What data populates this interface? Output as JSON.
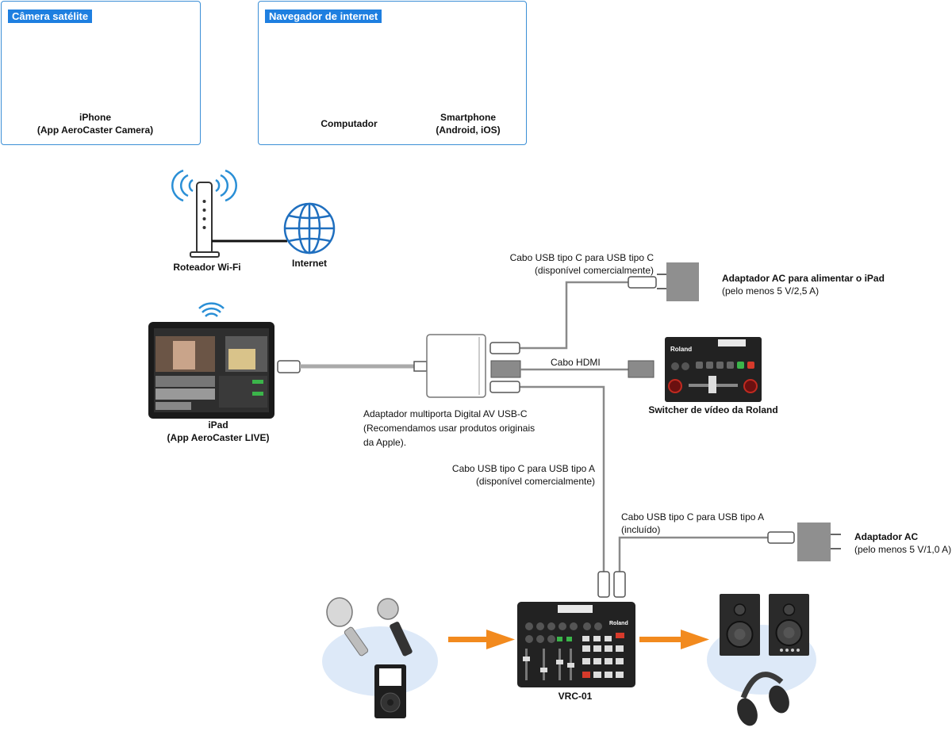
{
  "sections": {
    "satellite_camera": {
      "title": "Câmera satélite",
      "device_name": "iPhone",
      "device_app": "(App AeroCaster Camera)"
    },
    "web_browser": {
      "title": "Navegador de internet",
      "computer": "Computador",
      "smartphone": "Smartphone",
      "smartphone_os": "(Android, iOS)"
    }
  },
  "network": {
    "router": "Roteador Wi-Fi",
    "internet": "Internet"
  },
  "ipad": {
    "name": "iPad",
    "app": "(App AeroCaster LIVE)"
  },
  "adapter": {
    "line1": "Adaptador multiporta Digital AV USB-C",
    "line2": "(Recomendamos usar produtos originais",
    "line3": "da Apple)."
  },
  "cables": {
    "usbc_usbc_line1": "Cabo USB tipo C para USB tipo C",
    "usbc_usbc_line2": "(disponível comercialmente)",
    "hdmi": "Cabo HDMI",
    "usbc_usba_line1": "Cabo USB tipo C para USB tipo A",
    "usbc_usba_line2": "(disponível comercialmente)",
    "included_line1": "Cabo USB tipo C para USB tipo A",
    "included_line2": "(incluído)"
  },
  "ac_ipad": {
    "line1": "Adaptador AC para alimentar o iPad",
    "line2": "(pelo menos 5 V/2,5 A)"
  },
  "switcher": {
    "name": "Switcher de vídeo da Roland",
    "brand": "Roland"
  },
  "ac_vrc": {
    "line1": "Adaptador AC",
    "line2": "(pelo menos 5 V/1,0 A)"
  },
  "vrc": {
    "name": "VRC-01",
    "brand": "Roland"
  },
  "colors": {
    "accent": "#1e7fe0",
    "box_border": "#3b8fd6",
    "arrow": "#f28a1e",
    "cable": "#8a8a8a",
    "bubble": "#dde9f8",
    "wifi": "#2a8fd6",
    "globe": "#1f6fbf"
  }
}
